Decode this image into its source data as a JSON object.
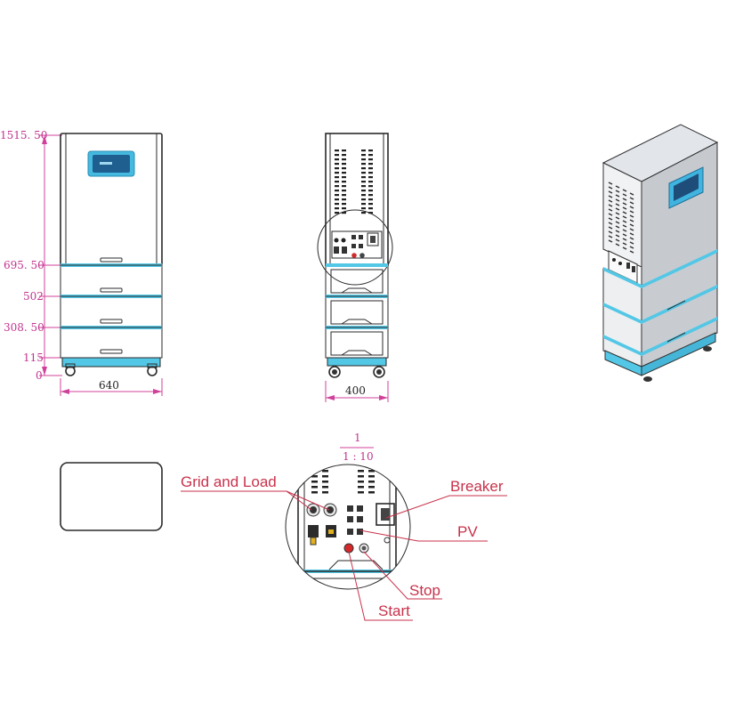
{
  "dimensions": {
    "height_labels": [
      "1515. 50",
      "695. 50",
      "502",
      "308. 50",
      "115",
      "0"
    ],
    "front_width": "640",
    "side_width": "400"
  },
  "detail_scale": {
    "top": "1",
    "bottom": "1 : 10"
  },
  "callouts": {
    "grid_and_load": "Grid and Load",
    "breaker": "Breaker",
    "pv": "PV",
    "stop": "Stop",
    "start": "Start"
  },
  "colors": {
    "accent_cyan": "#53c7e6",
    "dimension_magenta": "#c2338f",
    "callout_red": "#c8324b"
  }
}
